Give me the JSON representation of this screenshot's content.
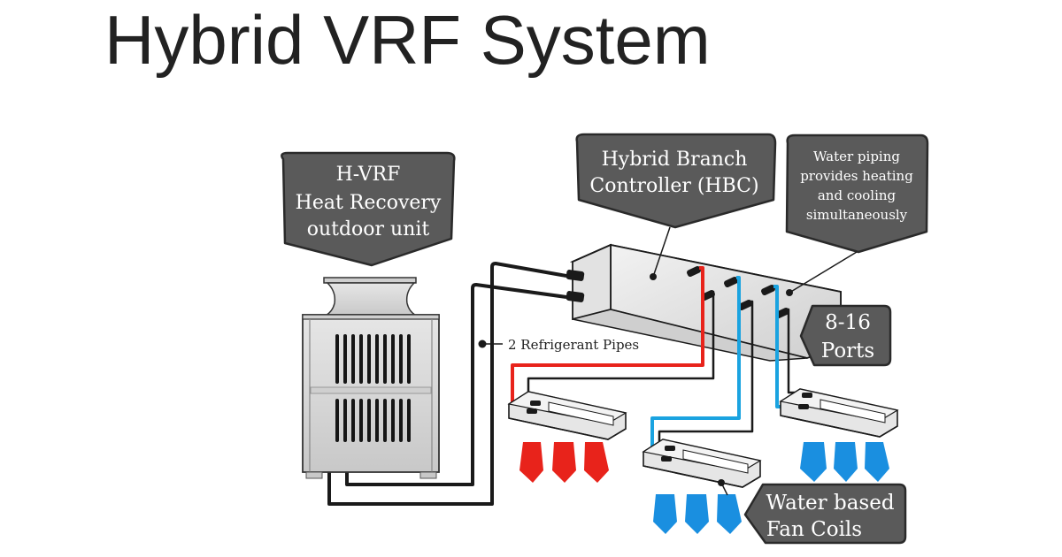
{
  "title": "Hybrid VRF System",
  "colors": {
    "callout_fill": "#5a5a5a",
    "callout_stroke": "#2a2a2a",
    "hot_pipe": "#e8231b",
    "cold_pipe": "#1aa3e0",
    "cool_air": "#1a8fe0",
    "hot_air": "#e8231b",
    "unit_body": "#dcdcdc",
    "line": "#1a1a1a"
  },
  "callouts": {
    "outdoor_unit": {
      "lines": [
        "H-VRF",
        "Heat Recovery",
        "outdoor unit"
      ]
    },
    "hbc": {
      "lines": [
        "Hybrid Branch",
        "Controller (HBC)"
      ]
    },
    "water_piping": {
      "lines": [
        "Water piping",
        "provides heating",
        "and cooling",
        "simultaneously"
      ]
    },
    "ports": {
      "lines": [
        "8-16",
        "Ports"
      ]
    },
    "fan_coils": {
      "lines": [
        "Water based",
        "Fan Coils"
      ]
    }
  },
  "labels": {
    "refrigerant_pipes": "2 Refrigerant Pipes"
  },
  "components": {
    "outdoor_unit": "H-VRF outdoor unit",
    "branch_controller": "Hybrid Branch Controller",
    "fan_coil_units": [
      {
        "id": "left",
        "mode": "heating"
      },
      {
        "id": "middle",
        "mode": "cooling"
      },
      {
        "id": "right",
        "mode": "cooling"
      }
    ]
  }
}
